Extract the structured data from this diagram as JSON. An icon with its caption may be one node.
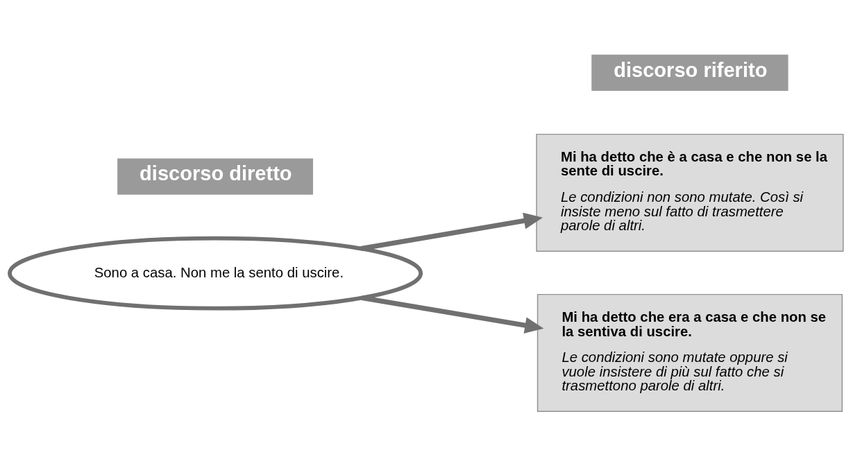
{
  "diagram": {
    "nodes": [
      {
        "text": [
          "Sono a casa. Non me la sento di uscire."
        ]
      },
      {
        "text": [
          "Mi ha detto che è a casa e che non se la sente di uscire.",
          "Le condizioni non sono mutate. Così si insiste meno sul fatto di trasmettere parole di altri."
        ]
      },
      {
        "text": [
          "Mi ha detto che era a casa e che non se la sentiva di uscire.",
          "Le condizioni sono mutate oppure si vuole insistere di più sul fatto che si trasmettono parole di altri."
        ]
      }
    ],
    "edges": [
      {
        "from": 0,
        "to": 1,
        "arrow": "to"
      },
      {
        "from": 0,
        "to": 2,
        "arrow": "to"
      }
    ],
    "labels": [
      "discorso diretto",
      "discorso riferito"
    ]
  }
}
